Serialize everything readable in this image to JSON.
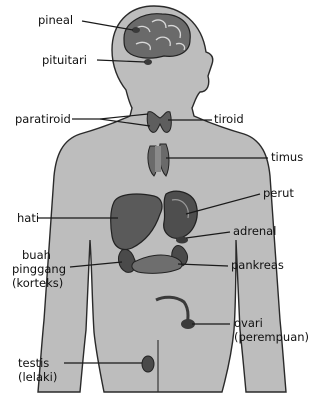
{
  "colors": {
    "body_fill": "#bdbdbd",
    "body_stroke": "#2a2a2a",
    "organ_fill": "#5e5e5e",
    "organ_light": "#8a8a8a",
    "leader": "#1a1a1a",
    "text": "#111111"
  },
  "labels": {
    "pineal": "pineal",
    "pituitari": "pituitari",
    "paratiroid": "paratiroid",
    "tiroid": "tiroid",
    "timus": "timus",
    "perut": "perut",
    "hati": "hati",
    "adrenal": "adrenal",
    "buah_pinggang": [
      "buah",
      "pinggang",
      "(korteks)"
    ],
    "pankreas": "pankreas",
    "ovari": [
      "ovari",
      "(perempuan)"
    ],
    "testis": [
      "testis",
      "(lelaki)"
    ]
  }
}
